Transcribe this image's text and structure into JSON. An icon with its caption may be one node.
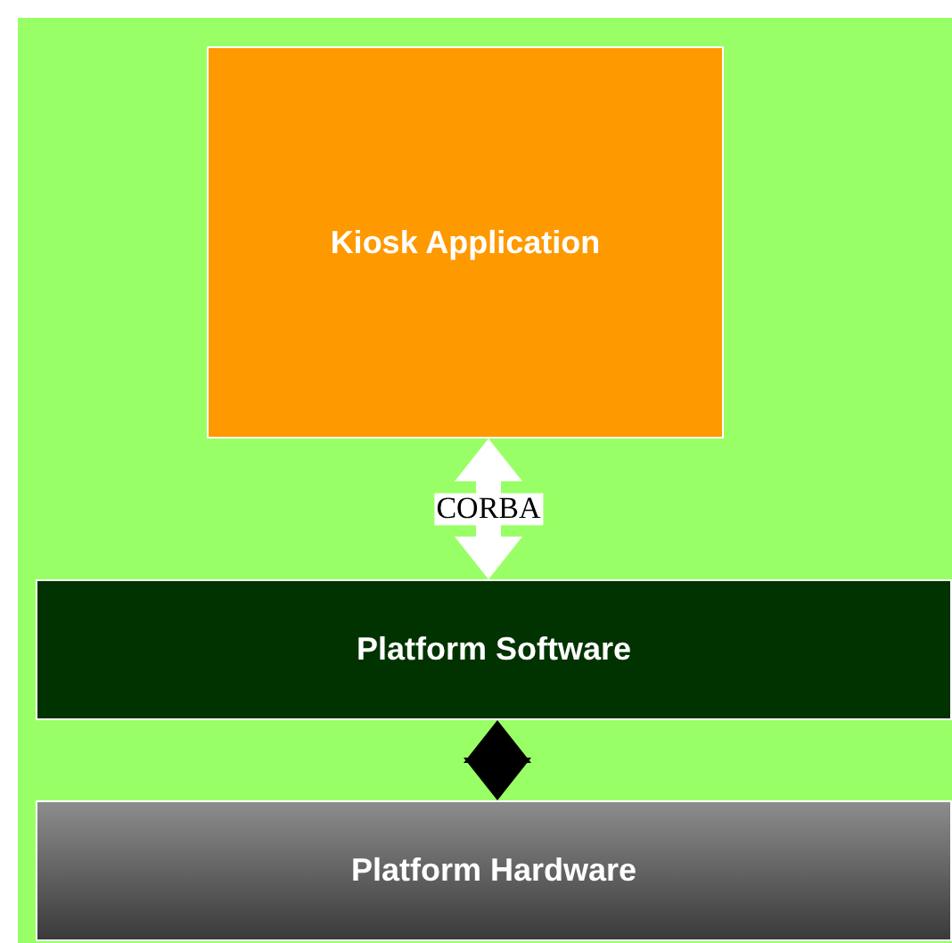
{
  "diagram": {
    "nodes": [
      {
        "text": [
          "Kiosk Application"
        ]
      },
      {
        "text": [
          "Platform Software"
        ]
      },
      {
        "text": [
          "Platform Hardware"
        ]
      }
    ],
    "edges": [
      {
        "from": 0,
        "to": 1,
        "arrow": "both",
        "label": "CORBA",
        "color": "#ffffff"
      },
      {
        "from": 1,
        "to": 2,
        "arrow": "both",
        "color": "#000000"
      }
    ]
  }
}
